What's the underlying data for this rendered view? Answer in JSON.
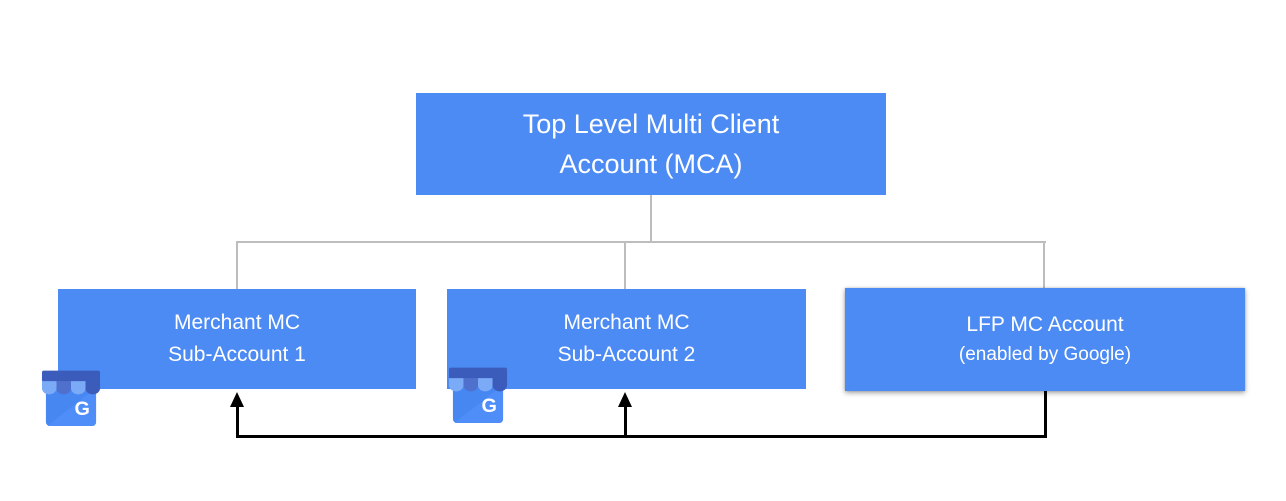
{
  "diagram": {
    "nodes": {
      "mca": {
        "line1": "Top Level Multi Client",
        "line2": "Account (MCA)"
      },
      "sub1": {
        "line1": "Merchant MC",
        "line2": "Sub-Account 1"
      },
      "sub2": {
        "line1": "Merchant MC",
        "line2": "Sub-Account 2"
      },
      "lfp": {
        "line1": "LFP MC Account",
        "line2": "(enabled by Google)"
      }
    },
    "edges": [
      {
        "from": "mca",
        "to": "sub1",
        "style": "gray-tree-line"
      },
      {
        "from": "mca",
        "to": "sub2",
        "style": "gray-tree-line"
      },
      {
        "from": "mca",
        "to": "lfp",
        "style": "gray-tree-line"
      },
      {
        "from": "lfp",
        "to": "sub1",
        "style": "black-arrow"
      },
      {
        "from": "lfp",
        "to": "sub2",
        "style": "black-arrow"
      }
    ],
    "icons": {
      "gmb": {
        "name": "google-my-business",
        "letter": "G"
      }
    },
    "colors": {
      "node_fill": "#4c8bf4",
      "node_text": "#ffffff",
      "tree_line": "#bdbdbd",
      "arrow_line": "#000000",
      "icon_body": "#4787f2",
      "icon_body_light": "#4f8ef8",
      "icon_bar": "#3b5cba",
      "icon_scallop_dark": "#5070cd",
      "icon_scallop_light": "#7baaf7",
      "background": "#ffffff"
    }
  }
}
